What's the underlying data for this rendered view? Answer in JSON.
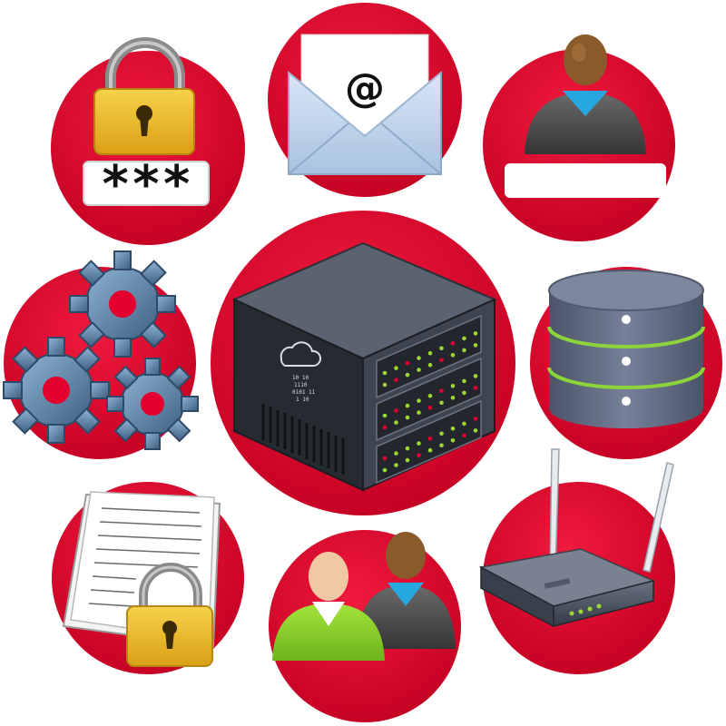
{
  "colors": {
    "circle": "#e3002f",
    "circle_dark": "#b8001f",
    "lock_gold": "#f2c01e",
    "lock_dark": "#c9960f",
    "server_body": "#3f4550",
    "server_top": "#5b6270",
    "led_green": "#9bd633",
    "led_red": "#e3002f",
    "db_body": "#5c6577",
    "db_band": "#8bd43a",
    "user_green": "#8fd72a",
    "user_dark": "#4d4d4d",
    "user_blue": "#27a7e0",
    "gear": "#4f6f8f",
    "envelope": "#c7d9ef"
  },
  "icons": [
    {
      "name": "password-lock-icon"
    },
    {
      "name": "email-envelope-icon"
    },
    {
      "name": "user-login-icon"
    },
    {
      "name": "settings-gears-icon"
    },
    {
      "name": "cloud-server-icon"
    },
    {
      "name": "database-icon"
    },
    {
      "name": "secure-document-icon"
    },
    {
      "name": "users-group-icon"
    },
    {
      "name": "wifi-router-icon"
    }
  ],
  "password": {
    "mask": "***"
  },
  "email": {
    "symbol": "@"
  },
  "server": {
    "binary_lines": [
      "10 10",
      "1110",
      "0101 11",
      "1 10"
    ]
  }
}
